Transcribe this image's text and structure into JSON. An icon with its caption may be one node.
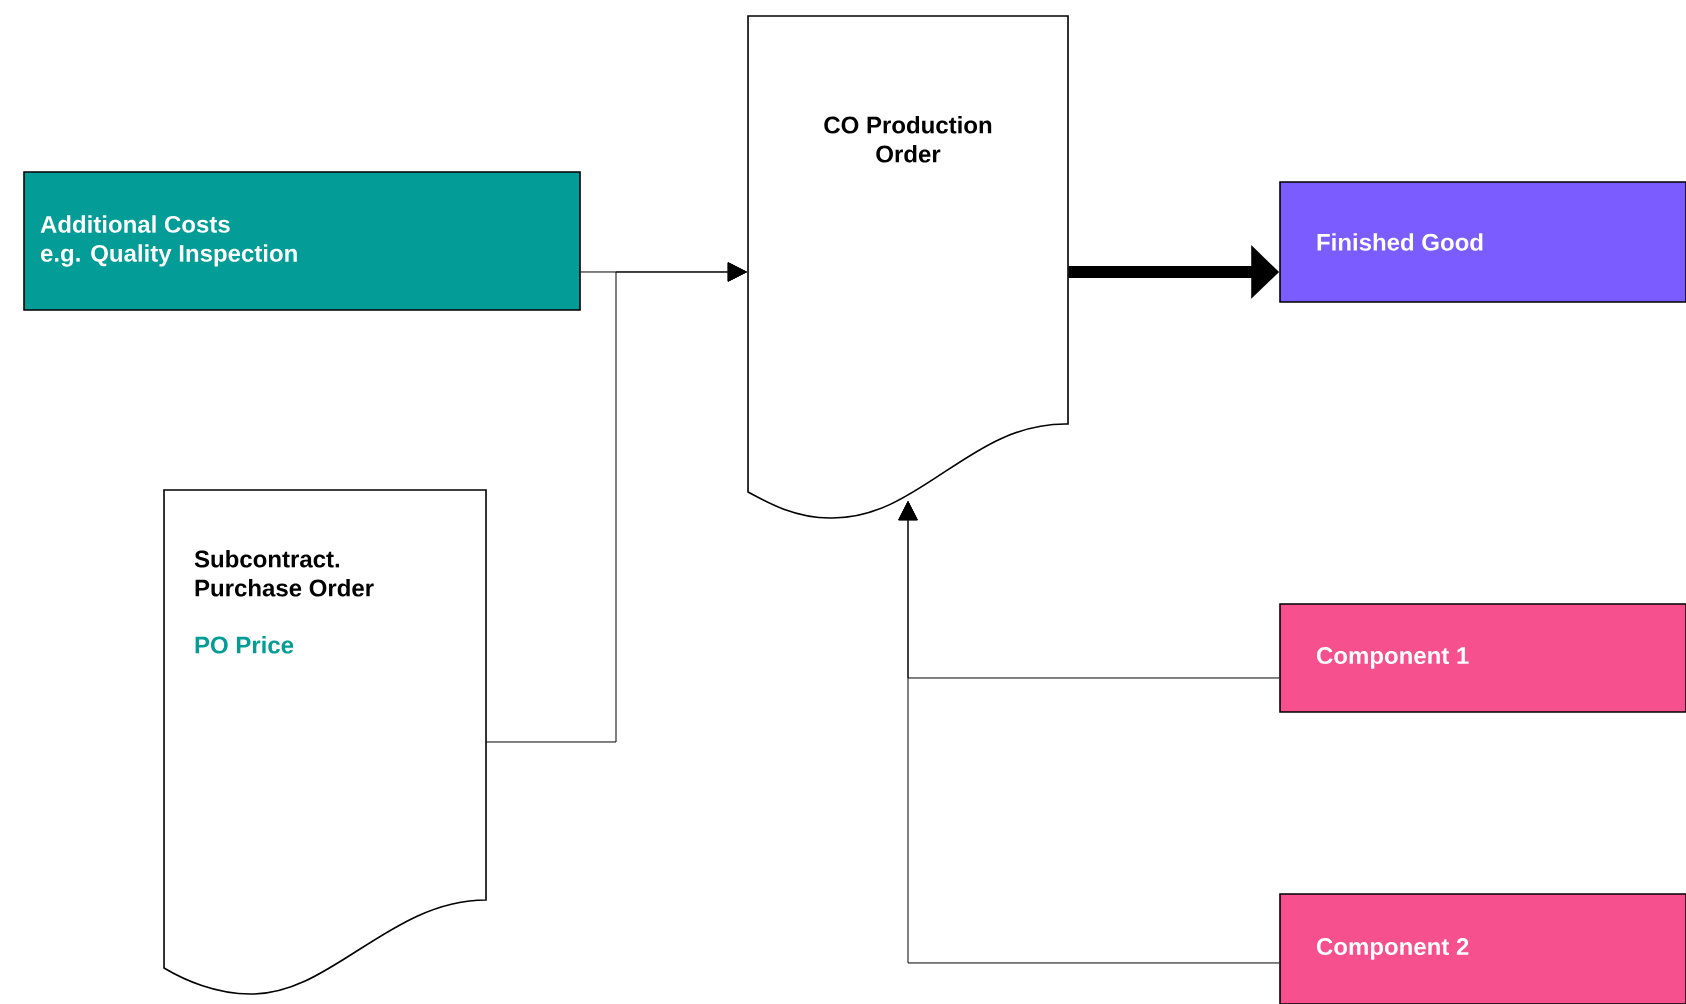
{
  "diagram": {
    "nodes": [
      {
        "text": [
          "Additional Costs",
          "e.g. Quality Inspection"
        ]
      },
      {
        "text": [
          "CO Production Order"
        ]
      },
      {
        "text": [
          "Finished Good"
        ]
      },
      {
        "text": [
          "Subcontract. Purchase Order",
          "PO Price"
        ]
      },
      {
        "text": [
          "Component 1"
        ]
      },
      {
        "text": [
          "Component 2"
        ]
      }
    ],
    "edges": [
      {
        "from": 0,
        "to": 1,
        "arrow": "to"
      },
      {
        "from": 3,
        "to": 1,
        "arrow": "to"
      },
      {
        "from": 1,
        "to": 2,
        "arrow": "to",
        "style": "thick"
      },
      {
        "from": 4,
        "to": 1,
        "arrow": "to"
      },
      {
        "from": 5,
        "to": 1,
        "arrow": "to"
      }
    ]
  }
}
